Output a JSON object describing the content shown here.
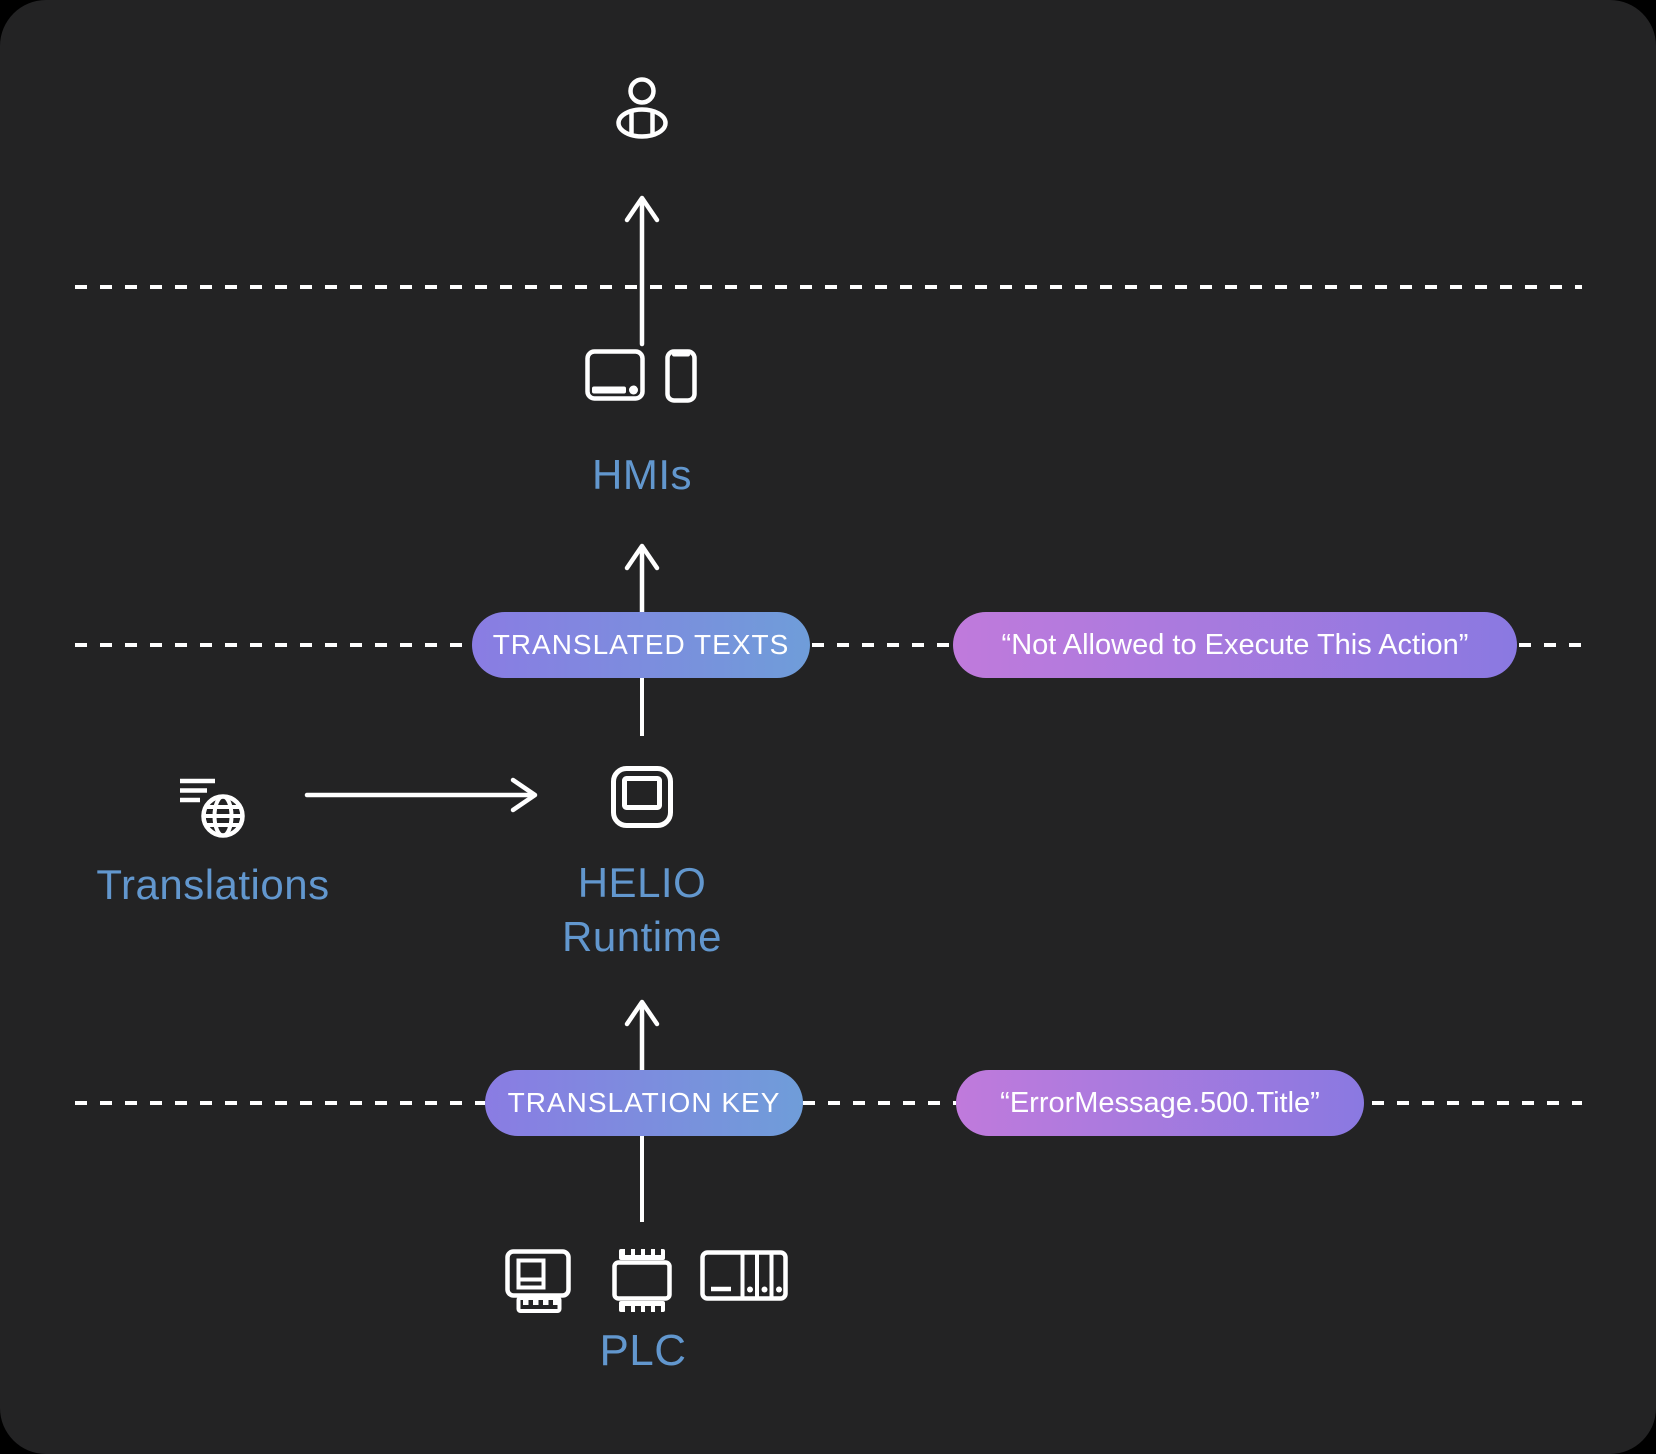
{
  "colors": {
    "panel_bg": "#232324",
    "stroke": "#ffffff",
    "label": "#6297ce",
    "pill_key_start": "#8a7ce3",
    "pill_key_end": "#6f9dd9",
    "pill_value_start": "#c07adc",
    "pill_value_end": "#8a79e1"
  },
  "nodes": {
    "user": {
      "icon": "user-icon"
    },
    "hmis": {
      "label": "HMIs",
      "icons": [
        "tablet-icon",
        "phone-icon"
      ]
    },
    "translations": {
      "label": "Translations",
      "icon": "globe-lines-icon"
    },
    "helio": {
      "label_line1": "HELIO",
      "label_line2": "Runtime",
      "icon": "runtime-screen-icon"
    },
    "plc": {
      "label": "PLC",
      "icons": [
        "plc-terminal-icon",
        "din-module-icon",
        "plc-rack-icon"
      ]
    }
  },
  "pills": {
    "translated_texts": {
      "label": "TRANSLATED TEXTS"
    },
    "not_allowed": {
      "label": "“Not Allowed to Execute This Action”"
    },
    "translation_key": {
      "label": "TRANSLATION KEY"
    },
    "error_message": {
      "label": "“ErrorMessage.500.Title”"
    }
  }
}
